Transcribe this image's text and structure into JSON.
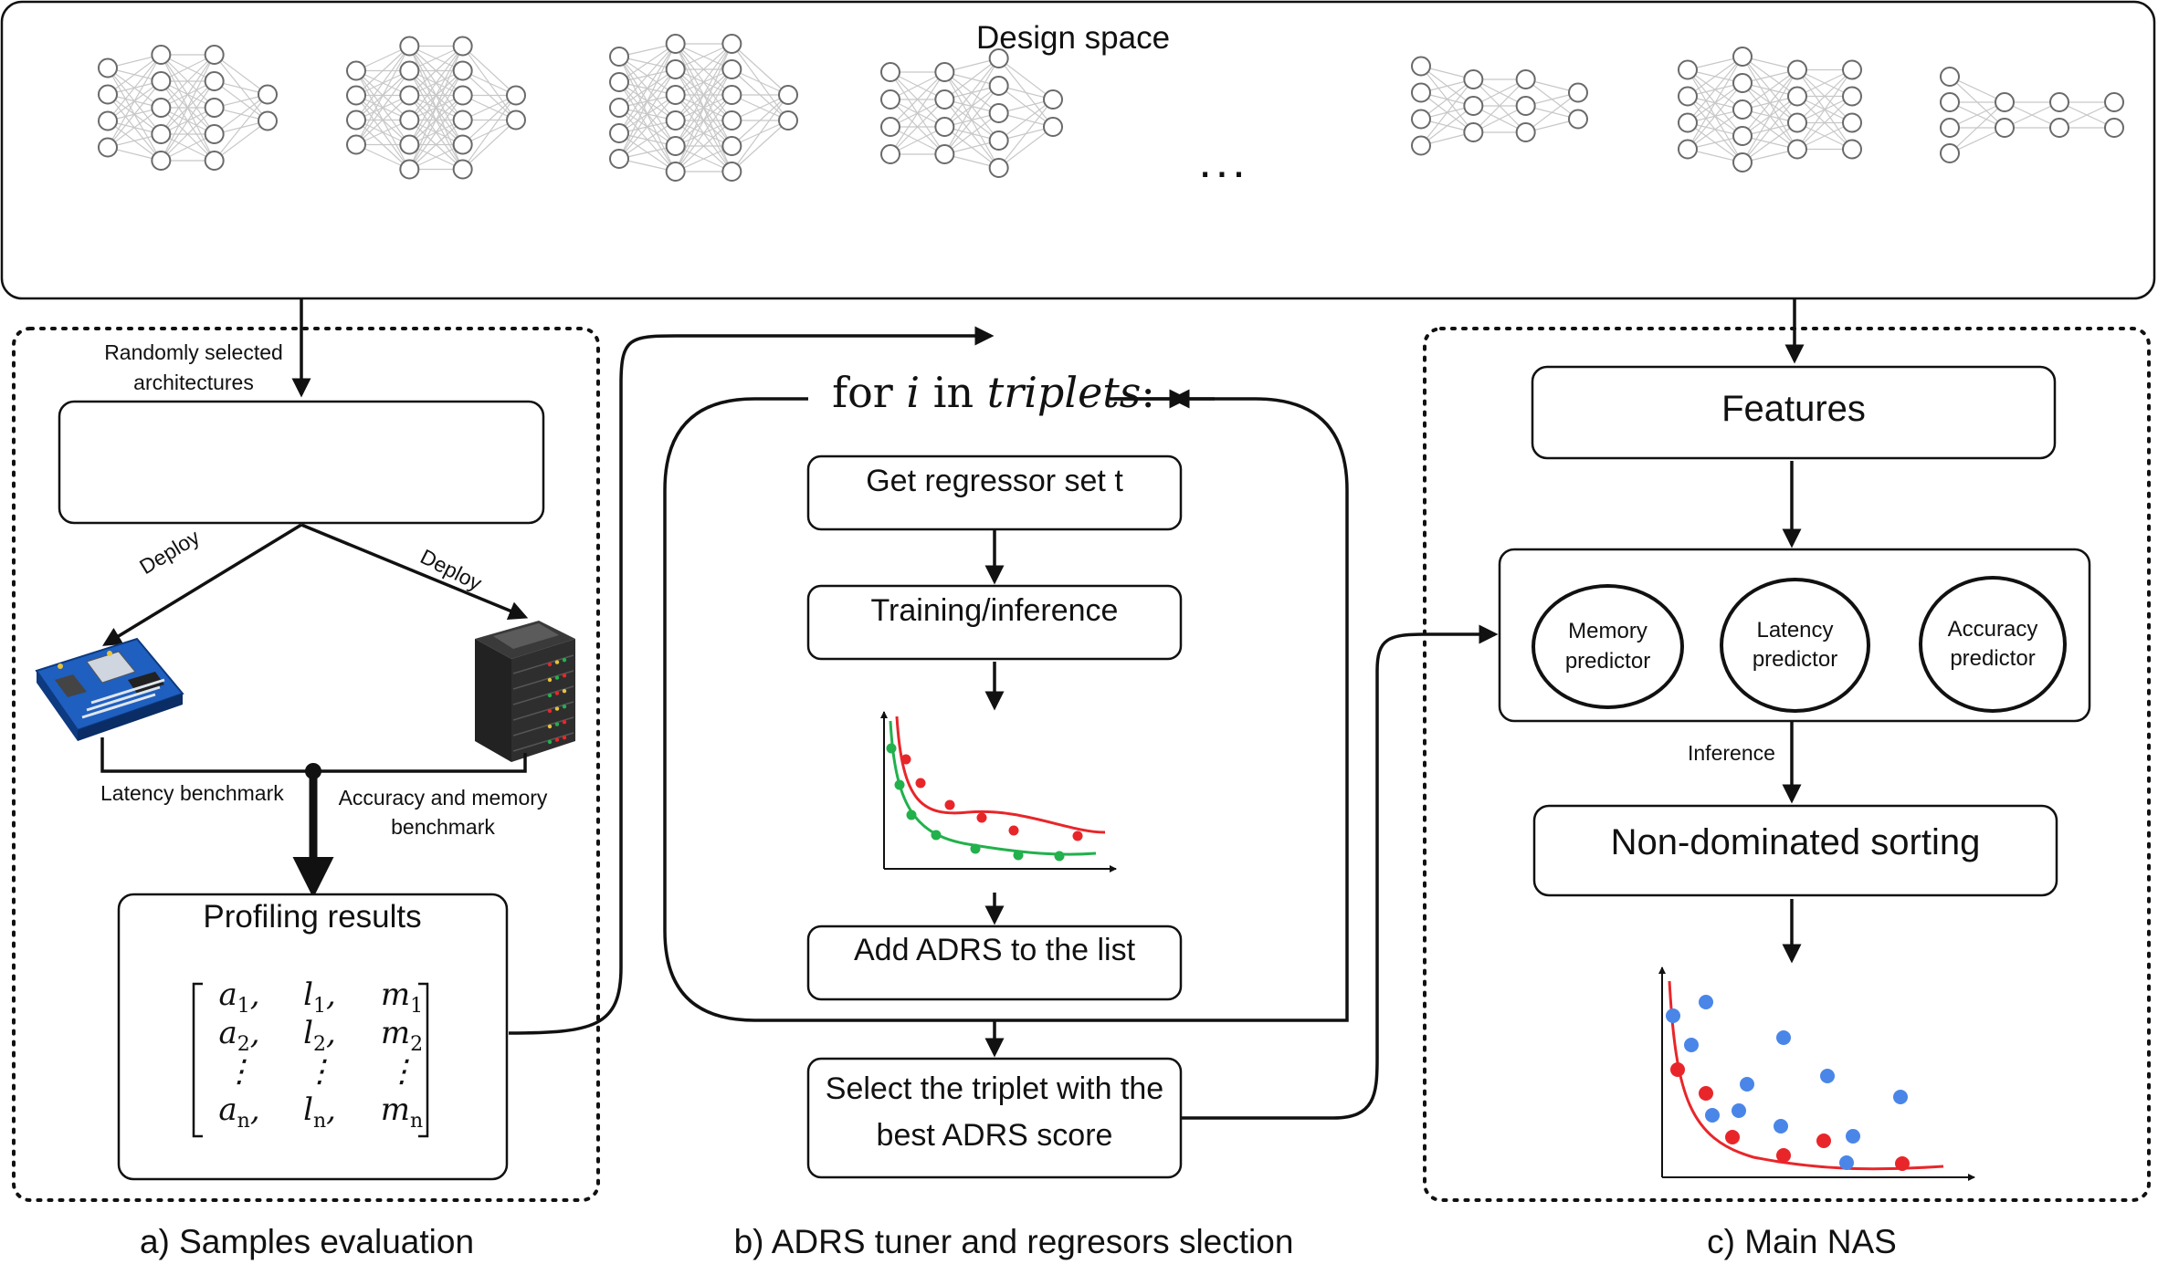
{
  "design_space": {
    "title": "Design space",
    "ellipsis": "..."
  },
  "panel_a": {
    "caption": "a) Samples evaluation",
    "selected_label": "Randomly selected architectures",
    "deploy_left": "Deploy",
    "deploy_right": "Deploy",
    "latency_benchmark": "Latency benchmark",
    "accuracy_memory_benchmark": "Accuracy and memory benchmark",
    "profiling_title": "Profiling results",
    "matrix_rows": [
      [
        "a",
        "1",
        "l",
        "1",
        "m",
        "1"
      ],
      [
        "a",
        "2",
        "l",
        "2",
        "m",
        "2"
      ],
      [
        "⋮",
        "",
        "⋮",
        "",
        "⋮",
        ""
      ],
      [
        "a",
        "n",
        "l",
        "n",
        "m",
        "n"
      ]
    ]
  },
  "panel_b": {
    "caption": "b) ADRS tuner and regresors slection",
    "loop_prefix": "for ",
    "loop_var": "i",
    "loop_in": " in ",
    "loop_iter": "triplets",
    "loop_colon": ":",
    "step_get": "Get regressor set t",
    "step_train": "Training/inference",
    "step_add": "Add ADRS to the list",
    "step_select": "Select the triplet with the best ADRS score",
    "curve_colors": {
      "upper": "#e8262a",
      "lower": "#22b14c"
    }
  },
  "panel_c": {
    "caption": "c) Main NAS",
    "features": "Features",
    "predictors": [
      {
        "line1": "Memory",
        "line2": "predictor"
      },
      {
        "line1": "Latency",
        "line2": "predictor"
      },
      {
        "line1": "Accuracy",
        "line2": "predictor"
      }
    ],
    "inference_label": "Inference",
    "sorting": "Non-dominated sorting",
    "point_colors": {
      "dominated": "#4a86e8",
      "pareto": "#e8262a"
    }
  }
}
